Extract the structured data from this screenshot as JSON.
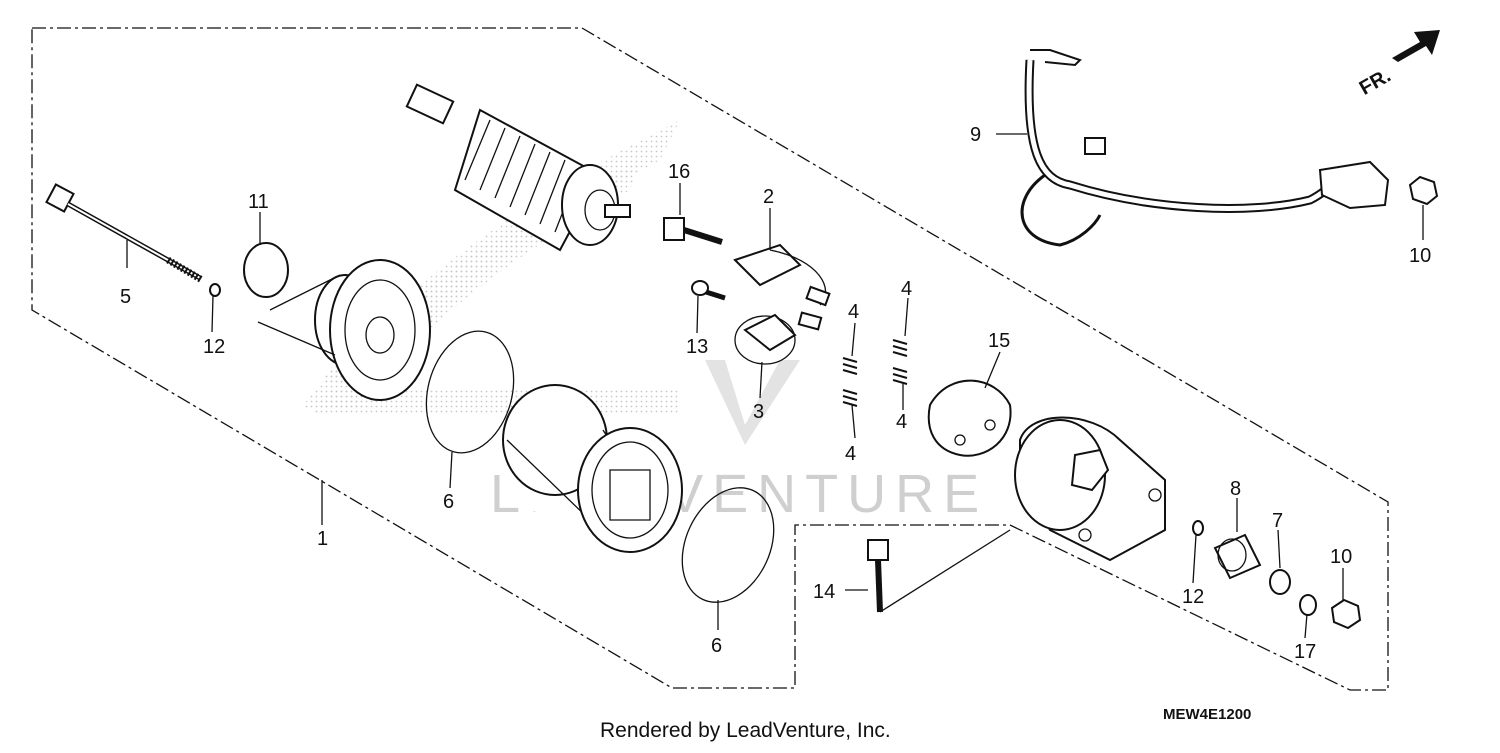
{
  "diagram_code": "MEW4E1200",
  "credit": "Rendered by LeadVenture, Inc.",
  "direction_label": "FR.",
  "watermark_text": "LEADVENTURE",
  "callouts": {
    "c1": "1",
    "c2": "2",
    "c3": "3",
    "c4a": "4",
    "c4b": "4",
    "c4c": "4",
    "c4d": "4",
    "c5": "5",
    "c6a": "6",
    "c6b": "6",
    "c7": "7",
    "c8": "8",
    "c9": "9",
    "c10a": "10",
    "c10b": "10",
    "c11": "11",
    "c12a": "12",
    "c12b": "12",
    "c13": "13",
    "c14": "14",
    "c15": "15",
    "c16": "16",
    "c17": "17"
  }
}
